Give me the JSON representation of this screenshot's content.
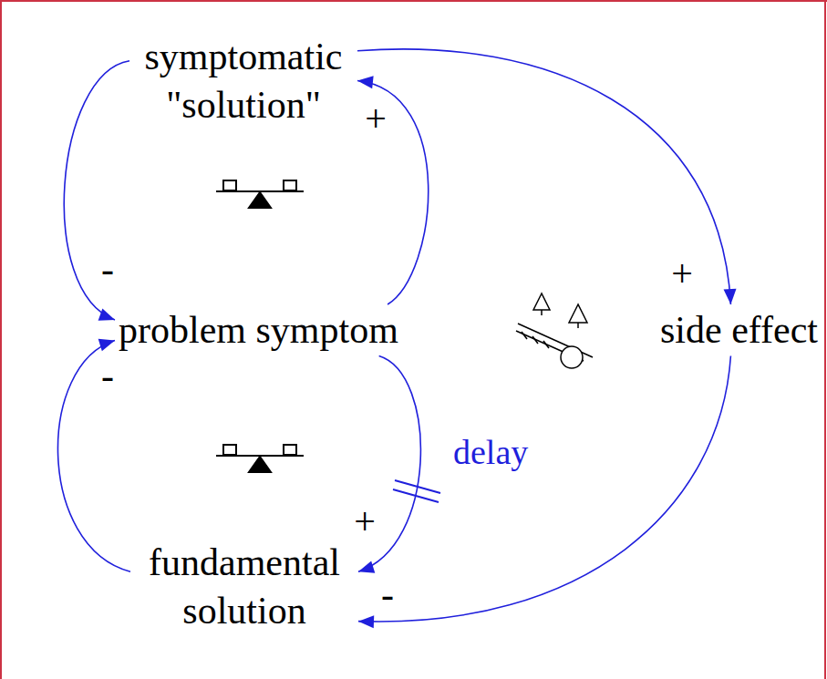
{
  "diagram": {
    "nodes": [
      {
        "text": [
          "symptomatic \"solution\""
        ]
      },
      {
        "text": [
          "problem symptom"
        ]
      },
      {
        "text": [
          "side effect"
        ]
      },
      {
        "text": [
          "fundamental solution"
        ]
      }
    ],
    "edges": [
      {
        "from": 0,
        "to": 1,
        "arrow": "to",
        "label": "-"
      },
      {
        "from": 1,
        "to": 0,
        "arrow": "to",
        "label": "+"
      },
      {
        "from": 0,
        "to": 2,
        "arrow": "to",
        "label": "+"
      },
      {
        "from": 1,
        "to": 3,
        "arrow": "to",
        "label": "+"
      },
      {
        "from": 3,
        "to": 1,
        "arrow": "to",
        "label": "-"
      },
      {
        "from": 2,
        "to": 3,
        "arrow": "to",
        "label": "-"
      }
    ],
    "labels": [
      "delay"
    ]
  }
}
